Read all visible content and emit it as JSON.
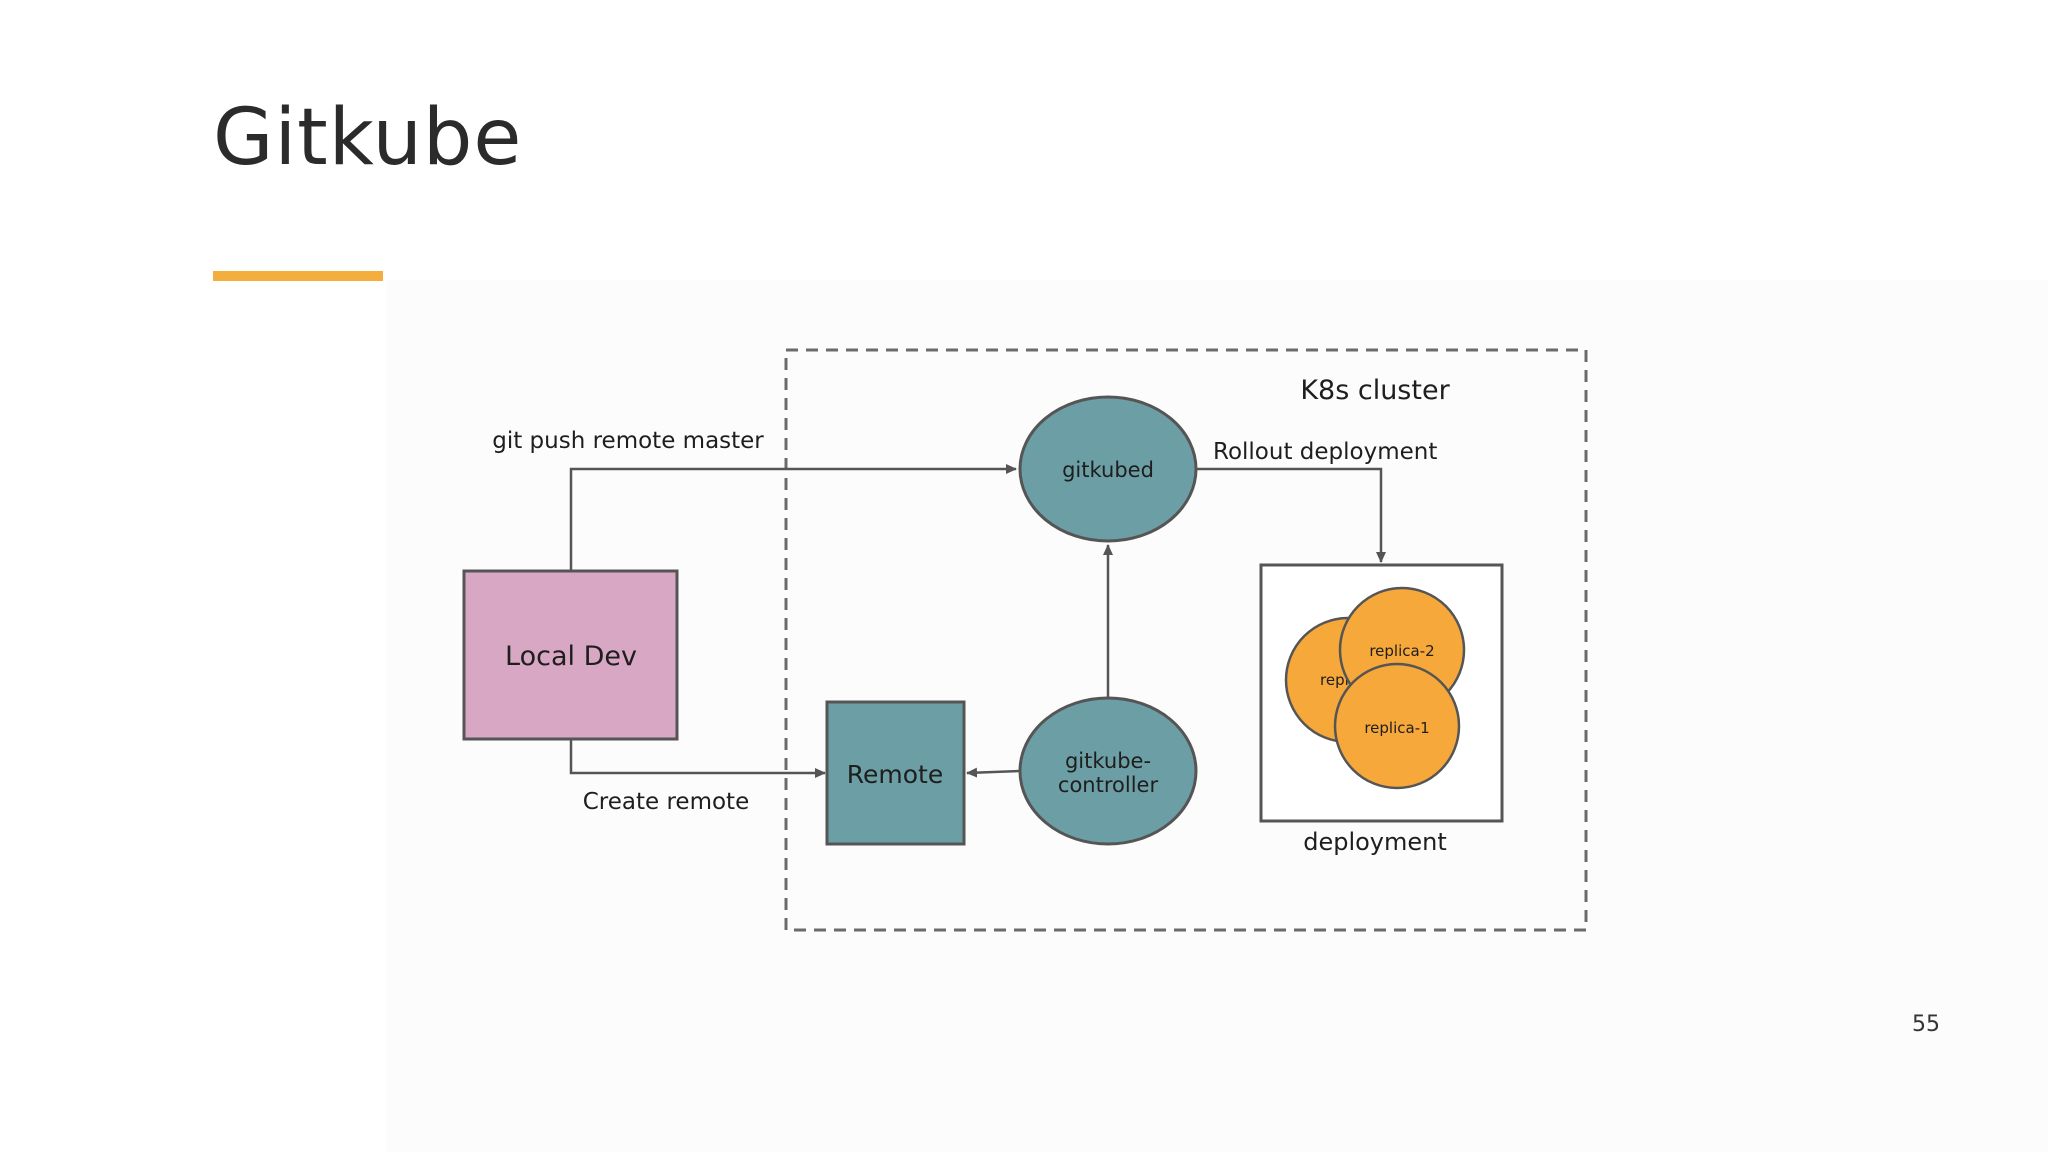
{
  "slide": {
    "title": "Gitkube",
    "page_number": "55"
  },
  "diagram": {
    "cluster_label": "K8s cluster",
    "nodes": {
      "local_dev": "Local Dev",
      "remote": "Remote",
      "gitkubed": "gitkubed",
      "controller_line1": "gitkube-",
      "controller_line2": "controller",
      "deployment": "deployment",
      "replica_3_partial": "repli",
      "replica_2": "replica-2",
      "replica_1": "replica-1"
    },
    "edges": {
      "git_push": "git push remote master",
      "create_remote": "Create remote",
      "rollout": "Rollout deployment"
    }
  },
  "colors": {
    "accent": "#f4ae3d",
    "local_dev_fill": "#d7a7c4",
    "teal_fill": "#6c9ea6",
    "replica_fill": "#f6a83a",
    "stroke": "#555555"
  }
}
